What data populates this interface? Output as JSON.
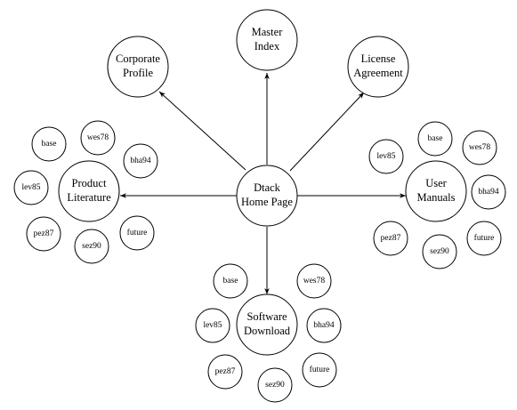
{
  "center": {
    "lines": [
      "Dtack",
      "Home Page"
    ]
  },
  "nodes": {
    "master_index": {
      "lines": [
        "Master",
        "Index"
      ]
    },
    "corporate_profile": {
      "lines": [
        "Corporate",
        "Profile"
      ]
    },
    "license_agreement": {
      "lines": [
        "License",
        "Agreement"
      ]
    },
    "product_literature": {
      "lines": [
        "Product",
        "Literature"
      ]
    },
    "user_manuals": {
      "lines": [
        "User",
        "Manuals"
      ]
    },
    "software_download": {
      "lines": [
        "Software",
        "Download"
      ]
    }
  },
  "satellites": {
    "product_literature": [
      "base",
      "wes78",
      "bha94",
      "future",
      "sez90",
      "pez87",
      "lev85"
    ],
    "user_manuals": [
      "base",
      "wes78",
      "bha94",
      "future",
      "sez90",
      "pez87",
      "lev85"
    ],
    "software_download": [
      "base",
      "wes78",
      "bha94",
      "future",
      "sez90",
      "pez87",
      "lev85"
    ]
  }
}
